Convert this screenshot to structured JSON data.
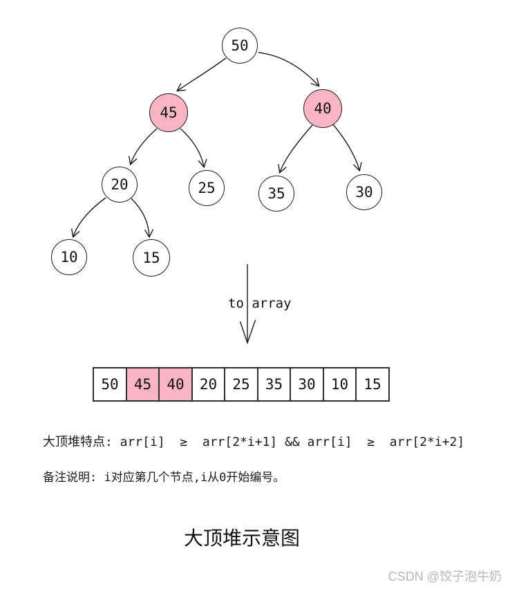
{
  "tree": {
    "nodes": [
      {
        "value": "50",
        "highlighted": false
      },
      {
        "value": "45",
        "highlighted": true
      },
      {
        "value": "40",
        "highlighted": true
      },
      {
        "value": "20",
        "highlighted": false
      },
      {
        "value": "25",
        "highlighted": false
      },
      {
        "value": "35",
        "highlighted": false
      },
      {
        "value": "30",
        "highlighted": false
      },
      {
        "value": "10",
        "highlighted": false
      },
      {
        "value": "15",
        "highlighted": false
      }
    ],
    "edges": [
      {
        "from": "50",
        "to": "45"
      },
      {
        "from": "50",
        "to": "40"
      },
      {
        "from": "45",
        "to": "20"
      },
      {
        "from": "45",
        "to": "25"
      },
      {
        "from": "40",
        "to": "35"
      },
      {
        "from": "40",
        "to": "30"
      },
      {
        "from": "20",
        "to": "10"
      },
      {
        "from": "20",
        "to": "15"
      }
    ]
  },
  "to_array_label": "to array",
  "array": {
    "cells": [
      {
        "value": "50",
        "highlighted": false
      },
      {
        "value": "45",
        "highlighted": true
      },
      {
        "value": "40",
        "highlighted": true
      },
      {
        "value": "20",
        "highlighted": false
      },
      {
        "value": "25",
        "highlighted": false
      },
      {
        "value": "35",
        "highlighted": false
      },
      {
        "value": "30",
        "highlighted": false
      },
      {
        "value": "10",
        "highlighted": false
      },
      {
        "value": "15",
        "highlighted": false
      }
    ]
  },
  "notes": {
    "heap_property": "大顶堆特点: arr[i]  ≥  arr[2*i+1] && arr[i]  ≥  arr[2*i+2]",
    "remark": "备注说明: i对应第几个节点,i从0开始编号。"
  },
  "title": "大顶堆示意图",
  "watermark": "CSDN @饺子泡牛奶",
  "colors": {
    "highlight_pink": "#f9b5c1",
    "stroke": "#1a1a1a",
    "array_border": "#2e2e2e",
    "watermark_gray": "#b7b7b7"
  }
}
